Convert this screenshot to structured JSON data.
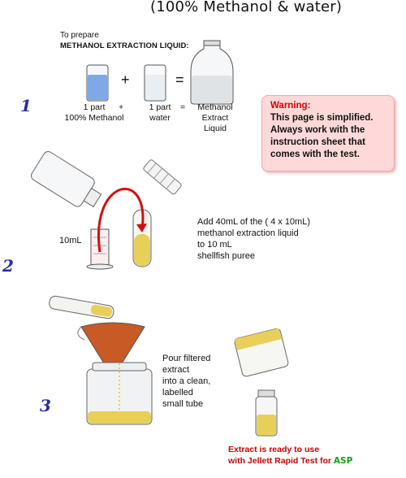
{
  "title": "(100% Methanol & water)",
  "prepare": {
    "line1": "To prepare",
    "line2": "METHANOL EXTRACTION LIQUID:"
  },
  "equation": {
    "plus": "+",
    "equals": "=",
    "labels": {
      "part1": "1 part\n100% Methanol",
      "plus": "+",
      "part2": "1 part\nwater",
      "equals": "=",
      "result": "Methanol\nExtract\nLiquid"
    }
  },
  "steps": [
    "1",
    "2",
    "3"
  ],
  "warning": {
    "title": "Warning:",
    "body": "This page is simplified. Always work with the instruction sheet that comes with the test."
  },
  "step2": {
    "tube_label": "10mL",
    "instruction": "Add 40mL of the ( 4 x 10mL)\nmethanol extraction liquid\nto 10 mL\nshellfish puree"
  },
  "step3": {
    "instruction": "Pour filtered\nextract\ninto a clean,\nlabelled\nsmall tube",
    "ready_line1": "Extract is ready to use",
    "ready_line2": "with Jellett Rapid Test for ",
    "ready_asp": "ASP"
  },
  "colors": {
    "step_number": "#2a2aa6",
    "warning_bg": "#ffd9d9",
    "warning_title": "#d40000",
    "ready_text": "#cc0000",
    "asp_text": "#1a9a1a",
    "liquid_blue": "#7fa8e6",
    "extract_yellow": "#e8cf5a",
    "arrow_red": "#d01010"
  }
}
